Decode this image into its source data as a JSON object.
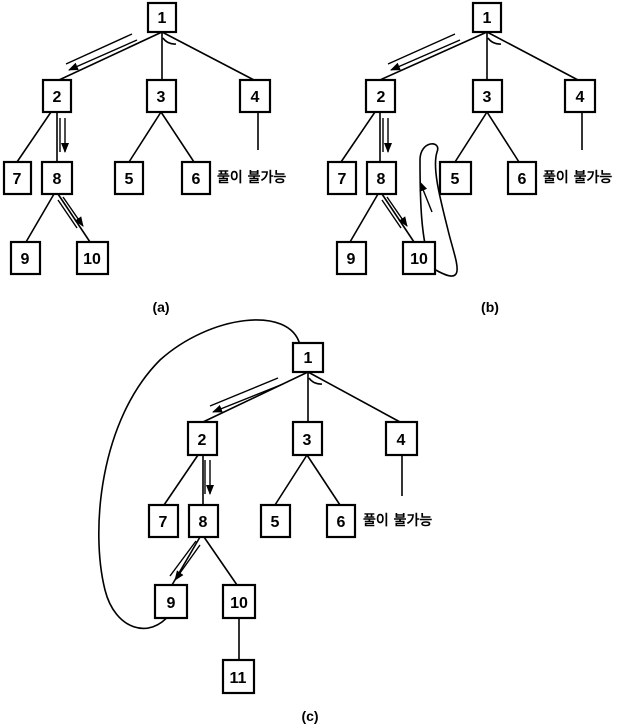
{
  "panels": [
    {
      "id": "a",
      "caption": "(a)",
      "note": "풀이 불가능",
      "nodes": [
        "1",
        "2",
        "3",
        "4",
        "7",
        "8",
        "5",
        "6",
        "9",
        "10"
      ]
    },
    {
      "id": "b",
      "caption": "(b)",
      "note": "풀이 불가능",
      "nodes": [
        "1",
        "2",
        "3",
        "4",
        "7",
        "8",
        "5",
        "6",
        "9",
        "10"
      ]
    },
    {
      "id": "c",
      "caption": "(c)",
      "note": "풀이 불가능",
      "nodes": [
        "1",
        "2",
        "3",
        "4",
        "7",
        "8",
        "5",
        "6",
        "9",
        "10",
        "11"
      ]
    }
  ]
}
